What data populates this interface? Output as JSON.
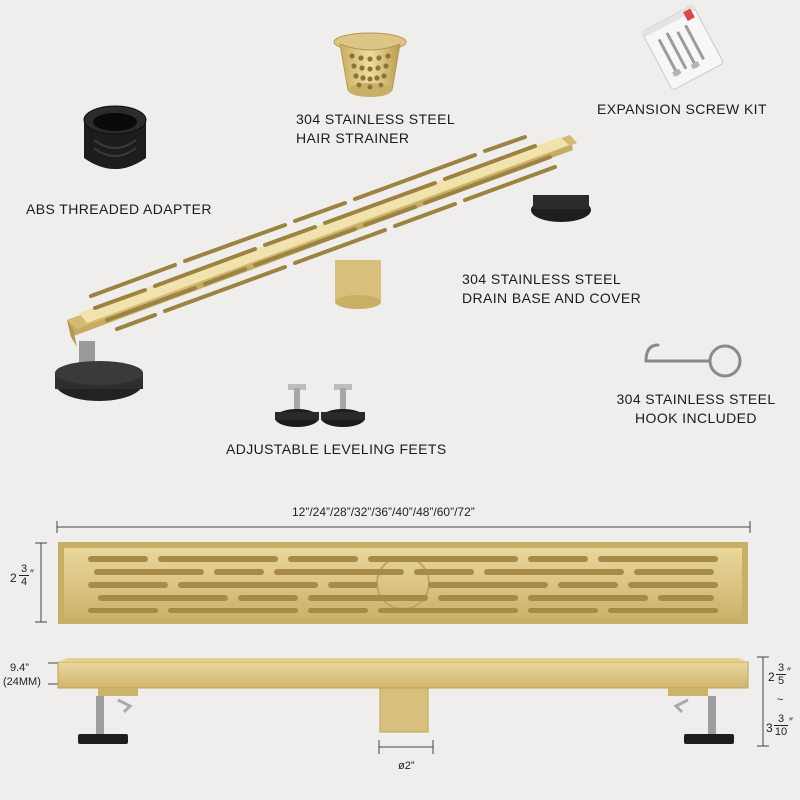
{
  "labels": {
    "strainer_line1": "304 STAINLESS STEEL",
    "strainer_line2": "HAIR STRAINER",
    "screw_kit": "EXPANSION SCREW KIT",
    "adapter": "ABS THREADED ADAPTER",
    "drain_line1": "304 STAINLESS STEEL",
    "drain_line2": "DRAIN BASE AND COVER",
    "hook_line1": "304 STAINLESS STEEL",
    "hook_line2": "HOOK INCLUDED",
    "feet": "ADJUSTABLE LEVELING FEETS"
  },
  "dimensions": {
    "length": "12”/24”/28”/32”/36”/40”/48”/60”/72”",
    "width_whole": "2",
    "width_num": "3",
    "width_den": "4",
    "width_unit": "″",
    "depth_top": "9.4”",
    "depth_bottom": "(24MM)",
    "outlet": "ø2”",
    "height_a_whole": "2",
    "height_a_num": "3",
    "height_a_den": "5",
    "height_a_unit": "″",
    "height_sep": "~",
    "height_b_whole": "3",
    "height_b_num": "3",
    "height_b_den": "10",
    "height_b_unit": "″"
  },
  "colors": {
    "gold": "#d9c27e",
    "gold_dark": "#b89d55",
    "background": "#efeeec",
    "black": "#1c1c1c"
  }
}
